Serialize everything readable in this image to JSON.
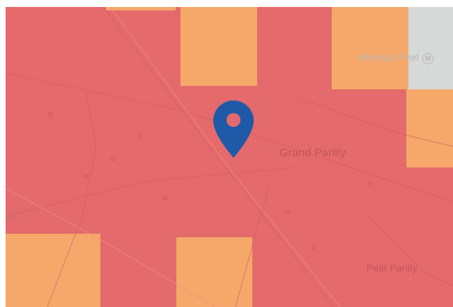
{
  "map": {
    "labels": {
      "grand_parilly": "Grand Parilly",
      "petit_parilly": "Petit Parilly",
      "mermoz_pinel": "Mermoz Pinel",
      "left_cut": "ige"
    },
    "icons": {
      "location_pin": "map-pin-icon",
      "metro": "metro-station-icon"
    },
    "colors": {
      "high_zone": "#e46a6c",
      "medium_zone": "#f5a86a",
      "no_data_zone": "#d7d8d8",
      "pin": "#1e5aa8"
    }
  }
}
